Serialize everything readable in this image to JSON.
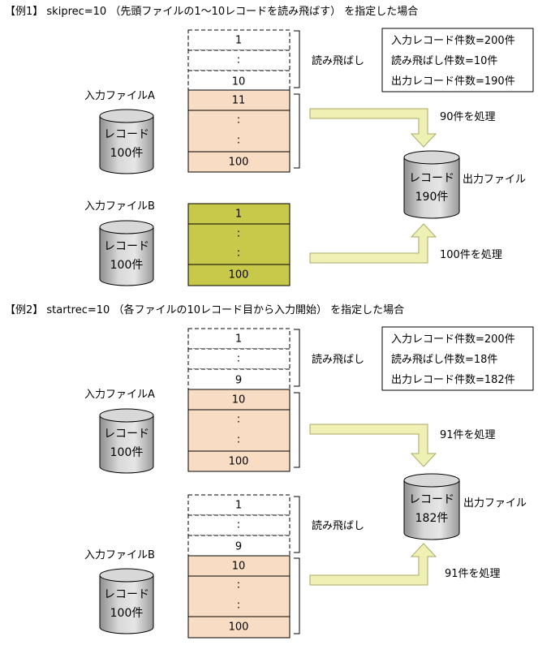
{
  "colors": {
    "read_record": "#f9dcc4",
    "file_b_ex1": "#c8c84a",
    "arrow_fill": "#eef0b4",
    "cylinder": "#cfcfcf"
  },
  "example1": {
    "heading": "【例1】 skiprec=10 （先頭ファイルの1～10レコードを読み飛ばす） を指定した場合",
    "skip_rows": [
      "1",
      ":",
      "10"
    ],
    "skip_label": "読み飛ばし",
    "file_a": {
      "label": "入力ファイルA",
      "rows": [
        "11",
        ":",
        ":",
        "100"
      ],
      "cyl_line1": "レコード",
      "cyl_line2": "100件"
    },
    "file_b": {
      "label": "入力ファイルB",
      "rows": [
        "1",
        ":",
        ":",
        "100"
      ],
      "cyl_line1": "レコード",
      "cyl_line2": "100件"
    },
    "arrow_a_label": "90件を処理",
    "arrow_b_label": "100件を処理",
    "output": {
      "cyl_line1": "レコード",
      "cyl_line2": "190件",
      "label": "出力ファイル"
    },
    "summary": [
      "入力レコード件数=200件",
      "読み飛ばし件数=10件",
      "出力レコード件数=190件"
    ]
  },
  "example2": {
    "heading": "【例2】 startrec=10 （各ファイルの10レコード目から入力開始） を指定した場合",
    "skip_label": "読み飛ばし",
    "file_a": {
      "label": "入力ファイルA",
      "skip_rows": [
        "1",
        ":",
        "9"
      ],
      "rows": [
        "10",
        ":",
        ":",
        "100"
      ],
      "cyl_line1": "レコード",
      "cyl_line2": "100件"
    },
    "file_b": {
      "label": "入力ファイルB",
      "skip_rows": [
        "1",
        ":",
        "9"
      ],
      "rows": [
        "10",
        ":",
        ":",
        "100"
      ],
      "cyl_line1": "レコード",
      "cyl_line2": "100件"
    },
    "arrow_a_label": "91件を処理",
    "arrow_b_label": "91件を処理",
    "output": {
      "cyl_line1": "レコード",
      "cyl_line2": "182件",
      "label": "出力ファイル"
    },
    "summary": [
      "入力レコード件数=200件",
      "読み飛ばし件数=18件",
      "出力レコード件数=182件"
    ]
  }
}
